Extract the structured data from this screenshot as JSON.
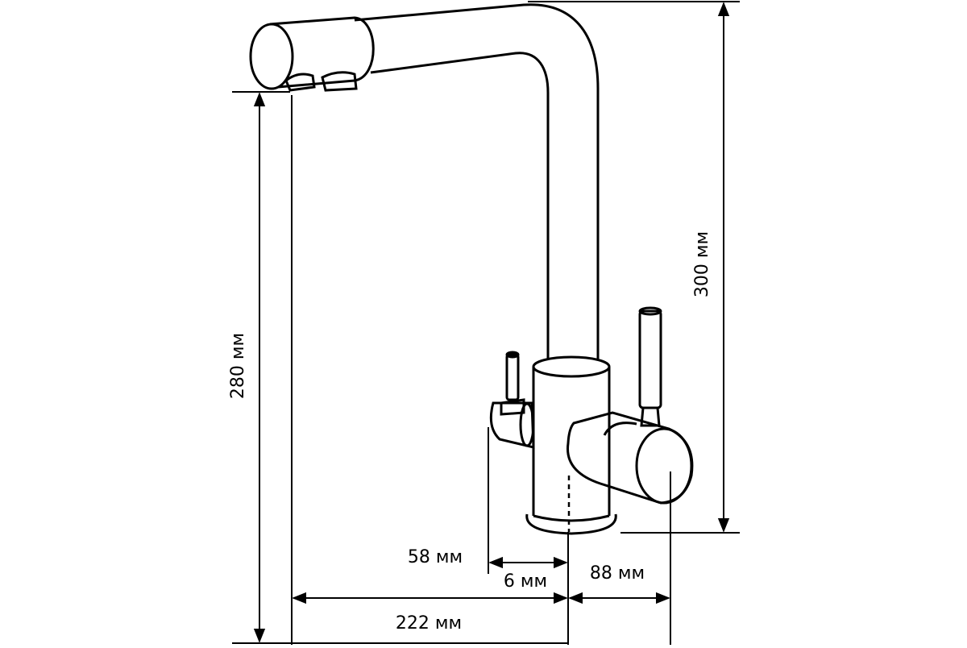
{
  "diagram": {
    "subject": "faucet",
    "dimensions": {
      "height_total": "300 мм",
      "height_spout": "280 мм",
      "spout_reach": "222 мм",
      "handle_reach": "88 мм",
      "filter_offset": "58 мм",
      "small_gap": "6 мм"
    }
  }
}
